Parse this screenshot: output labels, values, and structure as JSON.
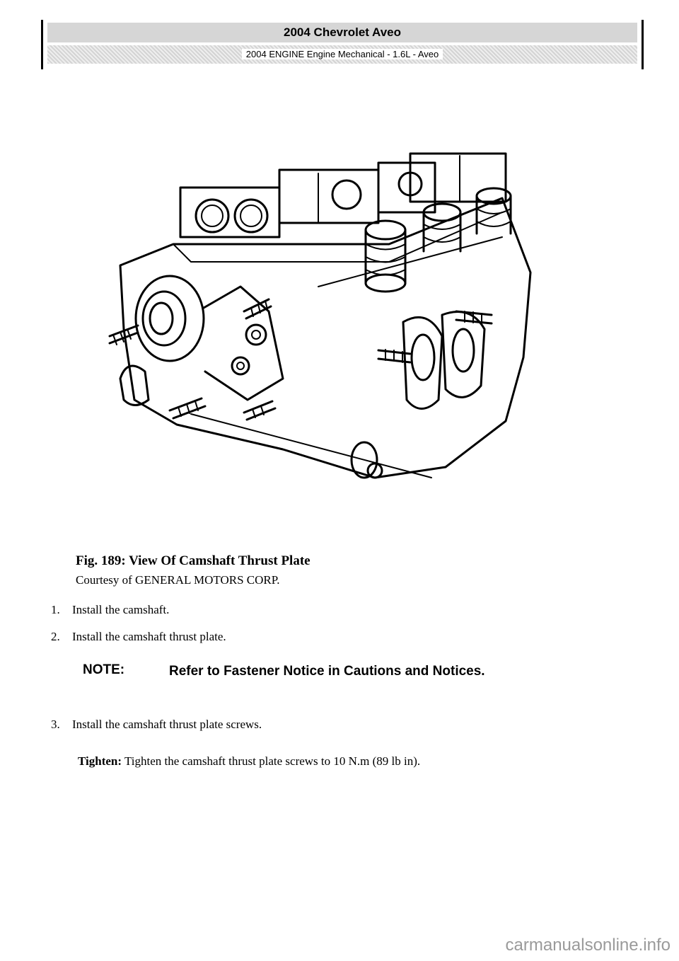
{
  "header": {
    "title": "2004 Chevrolet Aveo",
    "subtitle": "2004 ENGINE Engine Mechanical - 1.6L - Aveo"
  },
  "figure": {
    "title": "Fig. 189: View Of Camshaft Thrust Plate",
    "credit": "Courtesy of GENERAL MOTORS CORP."
  },
  "steps": [
    {
      "num": "1.",
      "text": "Install the camshaft."
    },
    {
      "num": "2.",
      "text": "Install the camshaft thrust plate."
    },
    {
      "num": "3.",
      "text": "Install the camshaft thrust plate screws."
    }
  ],
  "note": {
    "label": "NOTE:",
    "text": "Refer to Fastener Notice in Cautions and Notices."
  },
  "tighten": {
    "label": "Tighten:",
    "text": "Tighten the camshaft thrust plate screws to 10 N.m (89 lb in)."
  },
  "watermark": "carmanualsonline.info"
}
